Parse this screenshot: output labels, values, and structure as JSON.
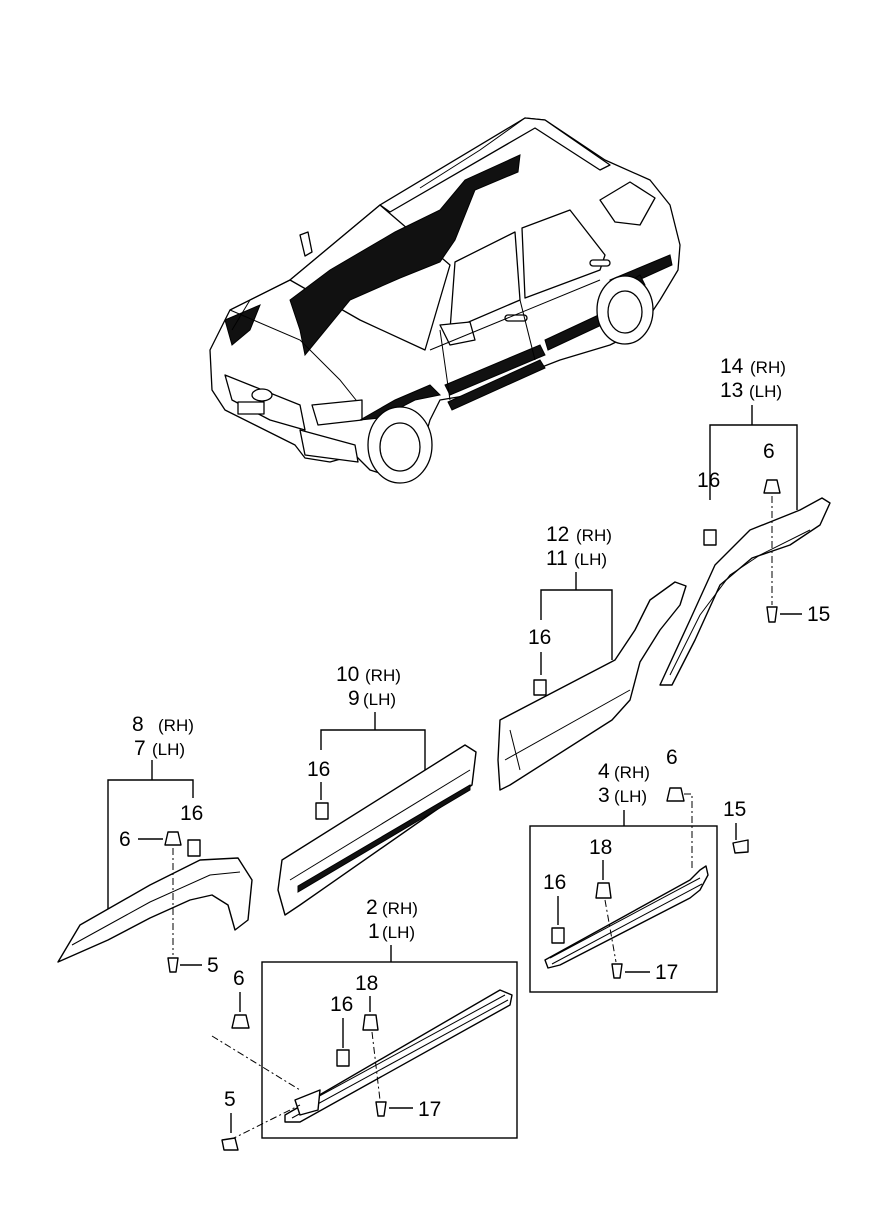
{
  "parts": [
    {
      "key": "front_fender",
      "rh": "8",
      "lh": "7",
      "rh_tag": "(RH)",
      "lh_tag": "(LH)"
    },
    {
      "key": "front_door",
      "rh": "10",
      "lh": "9",
      "rh_tag": "(RH)",
      "lh_tag": "(LH)"
    },
    {
      "key": "rear_door",
      "rh": "12",
      "lh": "11",
      "rh_tag": "(RH)",
      "lh_tag": "(LH)"
    },
    {
      "key": "rear_fender",
      "rh": "14",
      "lh": "13",
      "rh_tag": "(RH)",
      "lh_tag": "(LH)"
    },
    {
      "key": "front_sill",
      "rh": "2",
      "lh": "1",
      "rh_tag": "(RH)",
      "lh_tag": "(LH)"
    },
    {
      "key": "rear_sill",
      "rh": "4",
      "lh": "3",
      "rh_tag": "(RH)",
      "lh_tag": "(LH)"
    }
  ],
  "callouts": {
    "c16_fender": "16",
    "c6_fender": "6",
    "c5_fender": "5",
    "c16_fdoor": "16",
    "c16_rdoor": "16",
    "c16_rfender": "16",
    "c6_rfender": "6",
    "c15_rfender": "15",
    "c6_fsill": "6",
    "c5_fsill": "5",
    "c16_fsill": "16",
    "c18_fsill": "18",
    "c17_fsill": "17",
    "c6_rsill": "6",
    "c15_rsill": "15",
    "c18_rsill": "18",
    "c16_rsill": "16",
    "c17_rsill": "17"
  }
}
